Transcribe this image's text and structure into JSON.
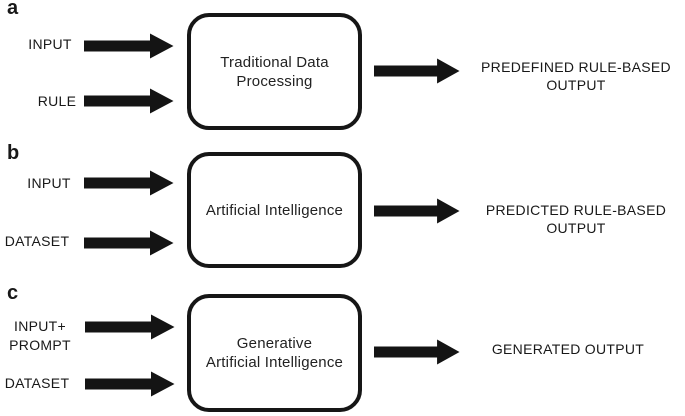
{
  "figure": {
    "background": "#ffffff",
    "ink": "#141414",
    "box_border": "#161616",
    "text_color": "#181818"
  },
  "panels": [
    {
      "label": "a",
      "inputs": [
        "INPUT",
        "RULE"
      ],
      "process": "Traditional Data\nProcessing",
      "output": "PREDEFINED RULE-BASED\nOUTPUT"
    },
    {
      "label": "b",
      "inputs": [
        "INPUT",
        "DATASET"
      ],
      "process": "Artificial Intelligence",
      "output": "PREDICTED RULE-BASED\nOUTPUT"
    },
    {
      "label": "c",
      "inputs": [
        "INPUT+\nPROMPT",
        "DATASET"
      ],
      "process": "Generative\nArtificial Intelligence",
      "output": "GENERATED OUTPUT"
    }
  ]
}
